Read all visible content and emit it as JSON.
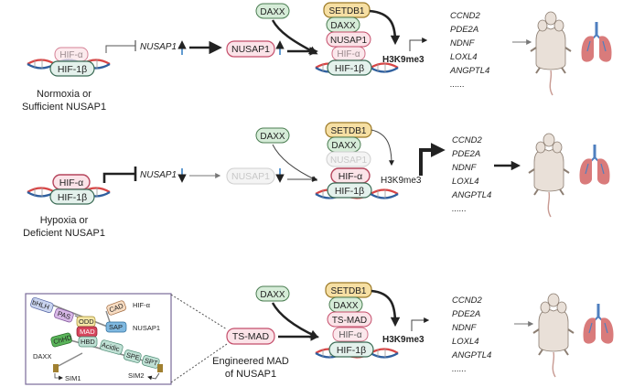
{
  "colors": {
    "hif_alpha_fill": "#fbe3e8",
    "hif_alpha_stroke": "#b5455c",
    "hif_beta_fill": "#e4f1ec",
    "hif_beta_stroke": "#3b6b55",
    "daxx_fill": "#d6ecd8",
    "daxx_stroke": "#4b7d52",
    "setdb1_fill": "#f6dfa3",
    "setdb1_stroke": "#9c7a28",
    "nusap1_fill": "#fbe3e8",
    "nusap1_stroke": "#c44d6a",
    "arrow_up": "#3b82c4",
    "dna_red": "#d84545",
    "dna_blue": "#2f5f9e",
    "mouse": "#e9e0d8",
    "lung": "#d97b7b",
    "trachea": "#4f7fbf"
  },
  "row1": {
    "hif_alpha": "HIF-α",
    "hif_beta": "HIF-1β",
    "nusap1_gene": "NUSAP1",
    "nusap1_protein": "NUSAP1",
    "daxx": "DAXX",
    "setdb1": "SETDB1",
    "complex_daxx": "DAXX",
    "complex_nusap1": "NUSAP1",
    "complex_hif_alpha": "HIF-α",
    "complex_hif_beta": "HIF-1β",
    "mark": "H3K9me3",
    "condition_line1": "Normoxia or",
    "condition_line2": "Sufficient NUSAP1",
    "targets": [
      "CCND2",
      "PDE2A",
      "NDNF",
      "LOXL4",
      "ANGPTL4",
      "......"
    ]
  },
  "row2": {
    "hif_alpha": "HIF-α",
    "hif_beta": "HIF-1β",
    "nusap1_gene": "NUSAP1",
    "nusap1_protein": "NUSAP1",
    "daxx": "DAXX",
    "setdb1": "SETDB1",
    "complex_daxx": "DAXX",
    "complex_nusap1": "NUSAP1",
    "complex_hif_alpha": "HIF-α",
    "complex_hif_beta": "HIF-1β",
    "mark": "H3K9me3",
    "condition_line1": "Hypoxia or",
    "condition_line2": "Deficient NUSAP1",
    "targets": [
      "CCND2",
      "PDE2A",
      "NDNF",
      "LOXL4",
      "ANGPTL4",
      "......"
    ]
  },
  "row3": {
    "inset": {
      "bhlh": "bHLH",
      "pas": "PAS",
      "odd": "ODD",
      "cad": "CAD",
      "hif_alpha": "HIF-α",
      "mad": "MAD",
      "sap": "SAP",
      "nusap1": "NUSAP1",
      "chhd": "ChHD",
      "hbd": "HBD",
      "acidic": "Acidic",
      "spe": "SPE",
      "spt": "SPT",
      "daxx": "DAXX",
      "sim1": "SIM1",
      "sim2": "SIM2"
    },
    "ts_mad": "TS-MAD",
    "daxx": "DAXX",
    "setdb1": "SETDB1",
    "complex_daxx": "DAXX",
    "complex_tsmad": "TS-MAD",
    "complex_hif_alpha": "HIF-α",
    "complex_hif_beta": "HIF-1β",
    "mark": "H3K9me3",
    "caption_line1": "Engineered MAD",
    "caption_line2": "of NUSAP1",
    "targets": [
      "CCND2",
      "PDE2A",
      "NDNF",
      "LOXL4",
      "ANGPTL4",
      "......"
    ]
  }
}
